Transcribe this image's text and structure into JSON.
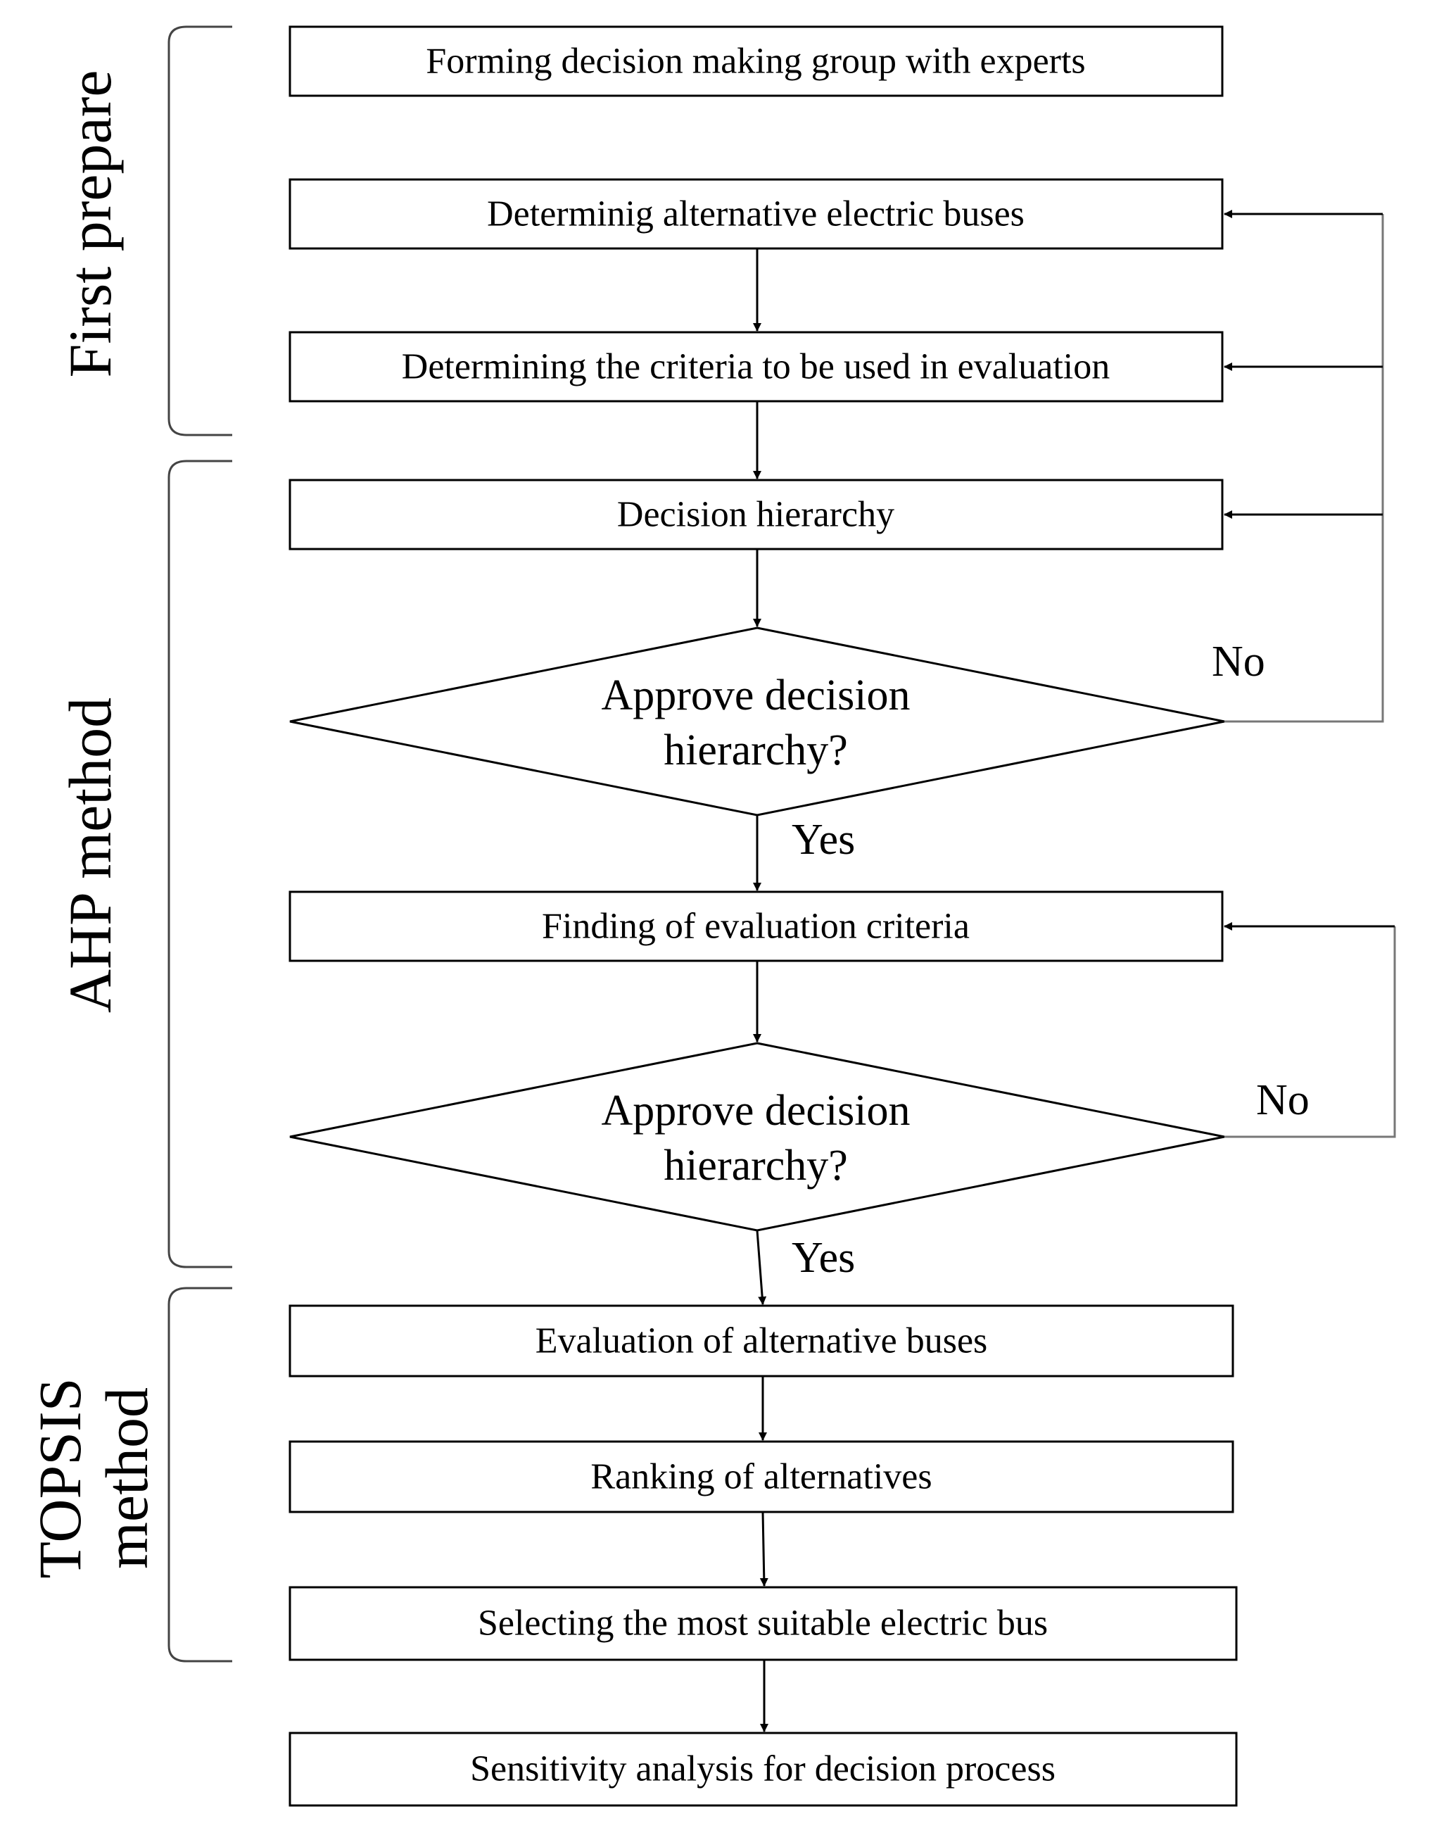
{
  "phases": {
    "first_prepare": "First prepare",
    "ahp": "AHP method",
    "topsis_line1": "TOPSIS",
    "topsis_line2": "method"
  },
  "steps": {
    "forming_group": "Forming decision making group with experts",
    "determining_alternatives": "Determinig alternative electric buses",
    "determining_criteria": "Determining the criteria to be used in evaluation",
    "decision_hierarchy": "Decision hierarchy",
    "finding_criteria": "Finding of evaluation criteria",
    "evaluation_buses": "Evaluation of alternative buses",
    "ranking": "Ranking of alternatives",
    "selecting": "Selecting the most suitable electric bus",
    "sensitivity": "Sensitivity analysis for decision process"
  },
  "decisions": {
    "approve1_line1": "Approve decision",
    "approve1_line2": "hierarchy?",
    "approve2_line1": "Approve decision",
    "approve2_line2": "hierarchy?"
  },
  "labels": {
    "no1": "No",
    "yes1": "Yes",
    "no2": "No",
    "yes2": "Yes"
  }
}
